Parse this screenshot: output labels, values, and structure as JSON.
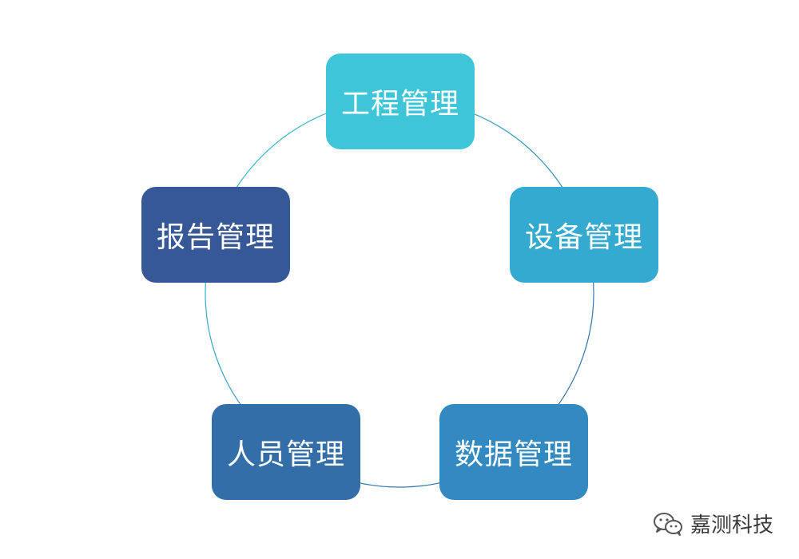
{
  "diagram": {
    "type": "cycle",
    "nodes": [
      {
        "label": "工程管理",
        "color": "#3ec6d8"
      },
      {
        "label": "设备管理",
        "color": "#34aad0"
      },
      {
        "label": "数据管理",
        "color": "#338ac0"
      },
      {
        "label": "人员管理",
        "color": "#336ea8"
      },
      {
        "label": "报告管理",
        "color": "#365896"
      }
    ],
    "ring_colors": [
      "#3ec6d8",
      "#2f5f9a"
    ]
  },
  "watermark": {
    "text": "嘉测科技",
    "icon": "wechat-icon"
  }
}
